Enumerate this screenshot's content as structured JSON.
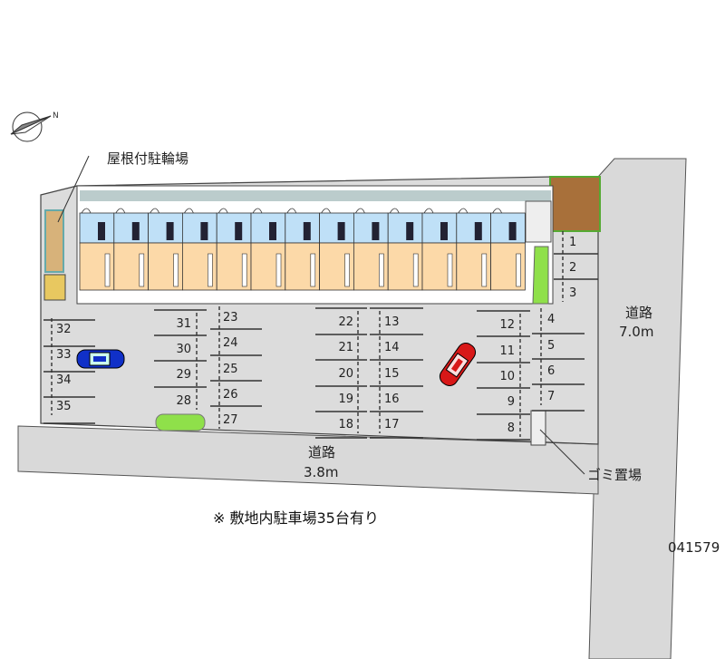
{
  "labels": {
    "bike_parking": "屋根付駐輪場",
    "road_right_name": "道路",
    "road_right_width": "7.0m",
    "road_bottom_name": "道路",
    "road_bottom_width": "3.8m",
    "garbage": "ゴミ置場",
    "note": "※ 敷地内駐車場35台有り",
    "listing_id": "041579"
  },
  "compass_letter": "N",
  "parking": {
    "col_left": [
      "32",
      "33",
      "34",
      "35"
    ],
    "col_a": [
      "31",
      "30",
      "29",
      "28"
    ],
    "col_b": [
      "23",
      "24",
      "25",
      "26",
      "27"
    ],
    "col_c": [
      "22",
      "21",
      "20",
      "19",
      "18"
    ],
    "col_d": [
      "13",
      "14",
      "15",
      "16",
      "17"
    ],
    "col_e": [
      "12",
      "11",
      "10",
      "9",
      "8"
    ],
    "col_f": [
      "4",
      "5",
      "6",
      "7"
    ],
    "col_g": [
      "1",
      "2",
      "3"
    ]
  },
  "building_units": 13,
  "colors": {
    "road": "#d9d9d9",
    "lot": "#dcdcdc",
    "unit_top": "#bfe0f7",
    "unit_bottom": "#fcd9a8",
    "green": "#8fe04a",
    "car_blue": "#1030c8",
    "car_red": "#d81818"
  }
}
